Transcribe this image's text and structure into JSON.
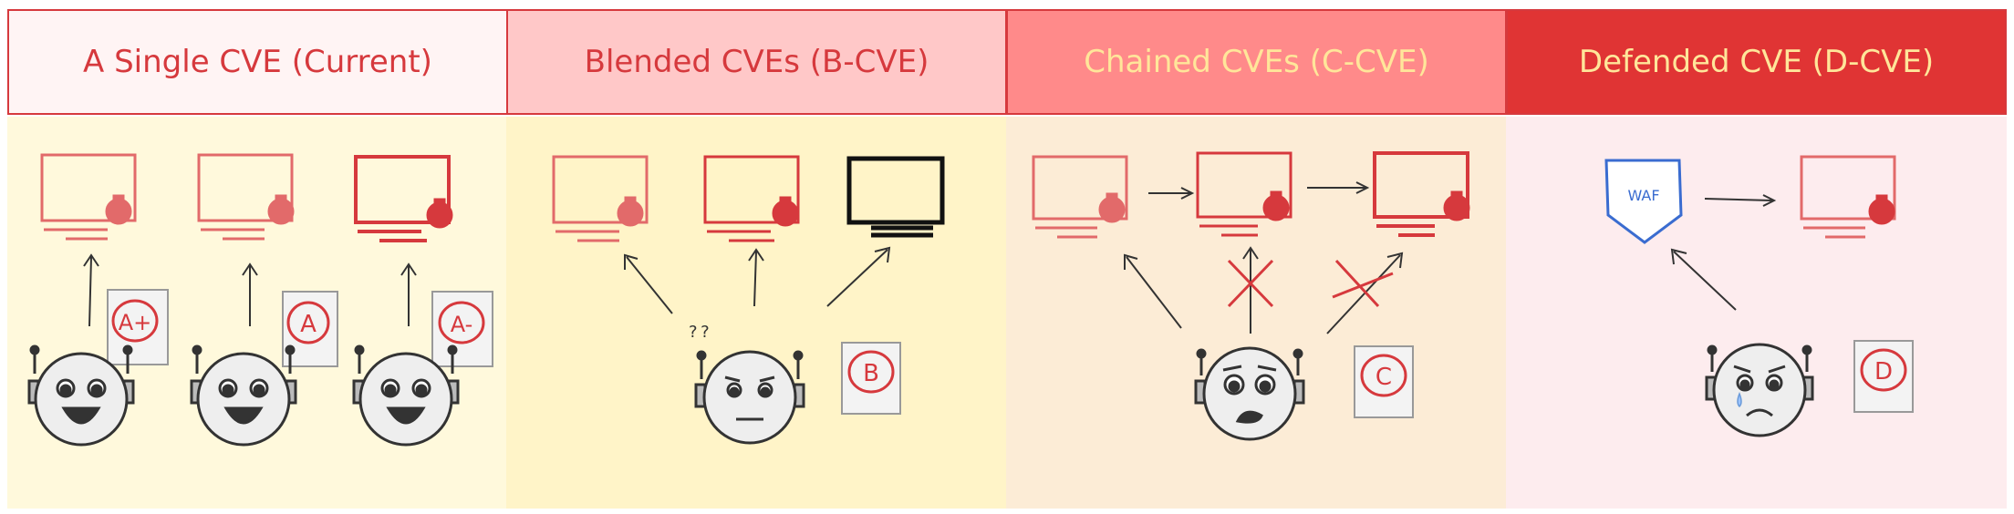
{
  "panels": [
    {
      "title": "A Single CVE (Current)",
      "header_bg": "#fff4f4",
      "header_color": "#d6393d",
      "body_bg": "#fff9dc",
      "grades": [
        "A+",
        "A",
        "A-"
      ]
    },
    {
      "title": "Blended CVEs (B-CVE)",
      "header_bg": "#ffc8c8",
      "header_color": "#d6393d",
      "body_bg": "#fff4c8",
      "grades": [
        "B"
      ],
      "confusion": "? ?"
    },
    {
      "title": "Chained CVEs (C-CVE)",
      "header_bg": "#ff8a8a",
      "header_color": "#ffe69a",
      "body_bg": "#fcecd6",
      "grades": [
        "C"
      ]
    },
    {
      "title": "Defended CVE (D-CVE)",
      "header_bg": "#e03434",
      "header_color": "#ffe69a",
      "body_bg": "#fdecee",
      "grades": [
        "D"
      ],
      "waf_label": "WAF"
    }
  ]
}
